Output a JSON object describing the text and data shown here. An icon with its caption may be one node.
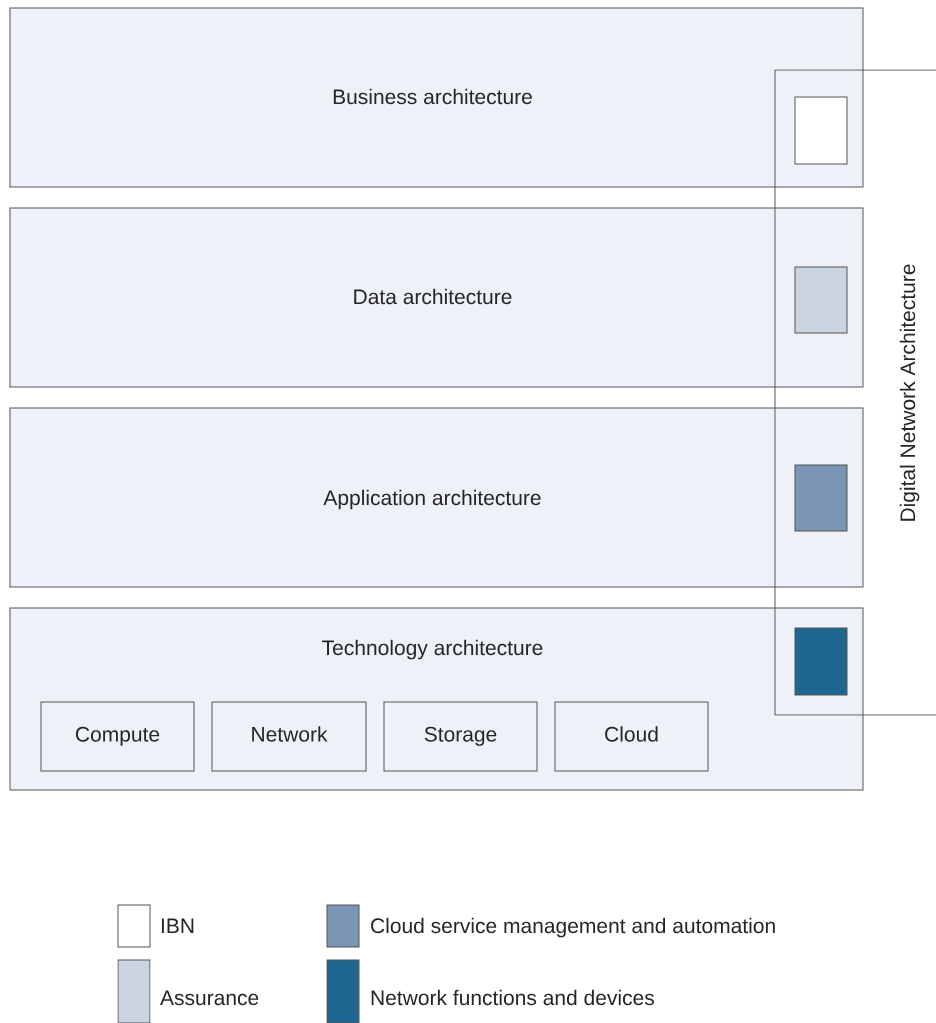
{
  "diagram": {
    "nodes": [
      {
        "text": [
          "Business architecture"
        ]
      },
      {
        "text": [
          "Data architecture"
        ]
      },
      {
        "text": [
          "Application architecture"
        ]
      },
      {
        "text": [
          "Technology architecture"
        ]
      },
      {
        "text": [
          "Compute"
        ],
        "in": 3
      },
      {
        "text": [
          "Network"
        ],
        "in": 3
      },
      {
        "text": [
          "Storage"
        ],
        "in": 3
      },
      {
        "text": [
          "Cloud"
        ],
        "in": 3
      },
      {
        "text": [
          "Digital Network Architecture"
        ]
      }
    ],
    "legend": [
      {
        "text": "IBN"
      },
      {
        "text": "Cloud service management and automation",
        "color": "#7b95b5"
      },
      {
        "text": "Assurance",
        "color": "#cbd5e2"
      },
      {
        "text": "Network functions and devices",
        "color": "#1f6690"
      }
    ]
  }
}
